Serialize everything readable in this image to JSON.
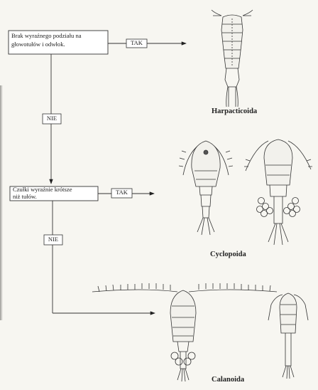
{
  "decisions": [
    {
      "line1": "Brak wyraźnego podziału na",
      "line2": "głowotułów i odwłok."
    },
    {
      "line1": "Czułki wyraźnie krótsze",
      "line2": "niż tułów."
    }
  ],
  "edges": {
    "yes": "TAK",
    "no": "NIE"
  },
  "groups": {
    "harpacticoida": "Harpacticoida",
    "cyclopoida": "Cyclopoida",
    "calanoida": "Calanoida"
  }
}
